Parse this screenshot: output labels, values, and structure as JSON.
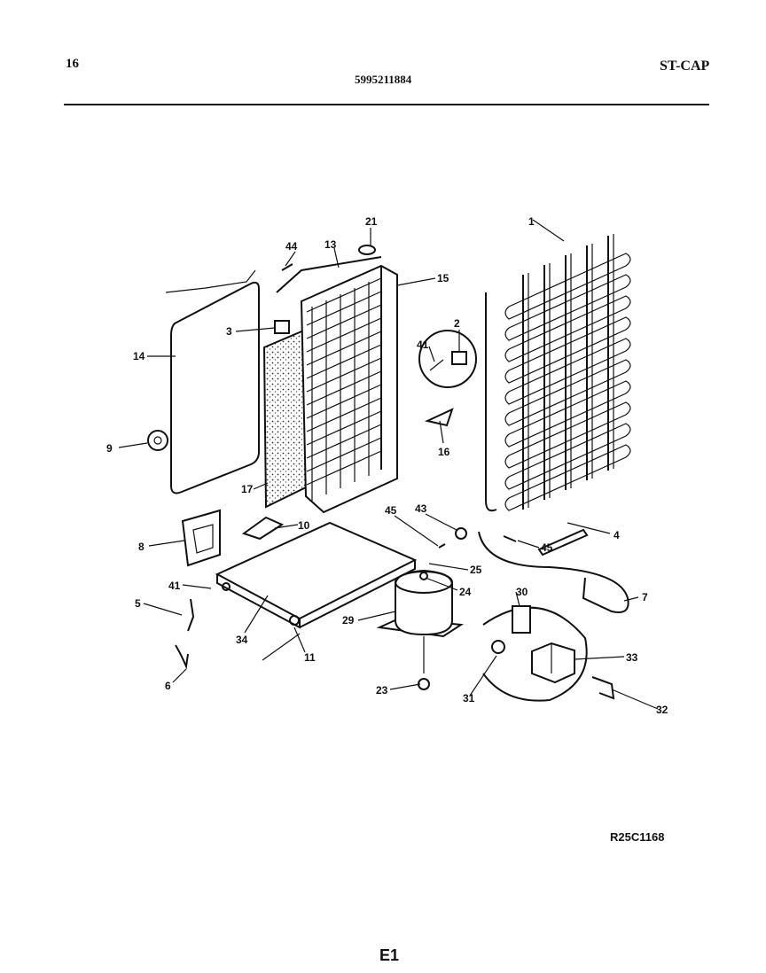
{
  "header": {
    "page_number": "16",
    "part_number": "5995211884",
    "model_code": "ST-CAP"
  },
  "diagram": {
    "callouts": {
      "c1": "1",
      "c2": "2",
      "c3": "3",
      "c4": "4",
      "c5": "5",
      "c6": "6",
      "c7": "7",
      "c8": "8",
      "c9": "9",
      "c10": "10",
      "c11": "11",
      "c13": "13",
      "c14": "14",
      "c15": "15",
      "c16": "16",
      "c17": "17",
      "c21": "21",
      "c23": "23",
      "c24": "24",
      "c25": "25",
      "c29": "29",
      "c30": "30",
      "c31": "31",
      "c32": "32",
      "c33": "33",
      "c34": "34",
      "c41a": "41",
      "c41b": "41",
      "c43": "43",
      "c44": "44",
      "c45a": "45",
      "c45b": "45"
    }
  },
  "footer": {
    "reference_code": "R25C1168",
    "section_code": "E1"
  }
}
